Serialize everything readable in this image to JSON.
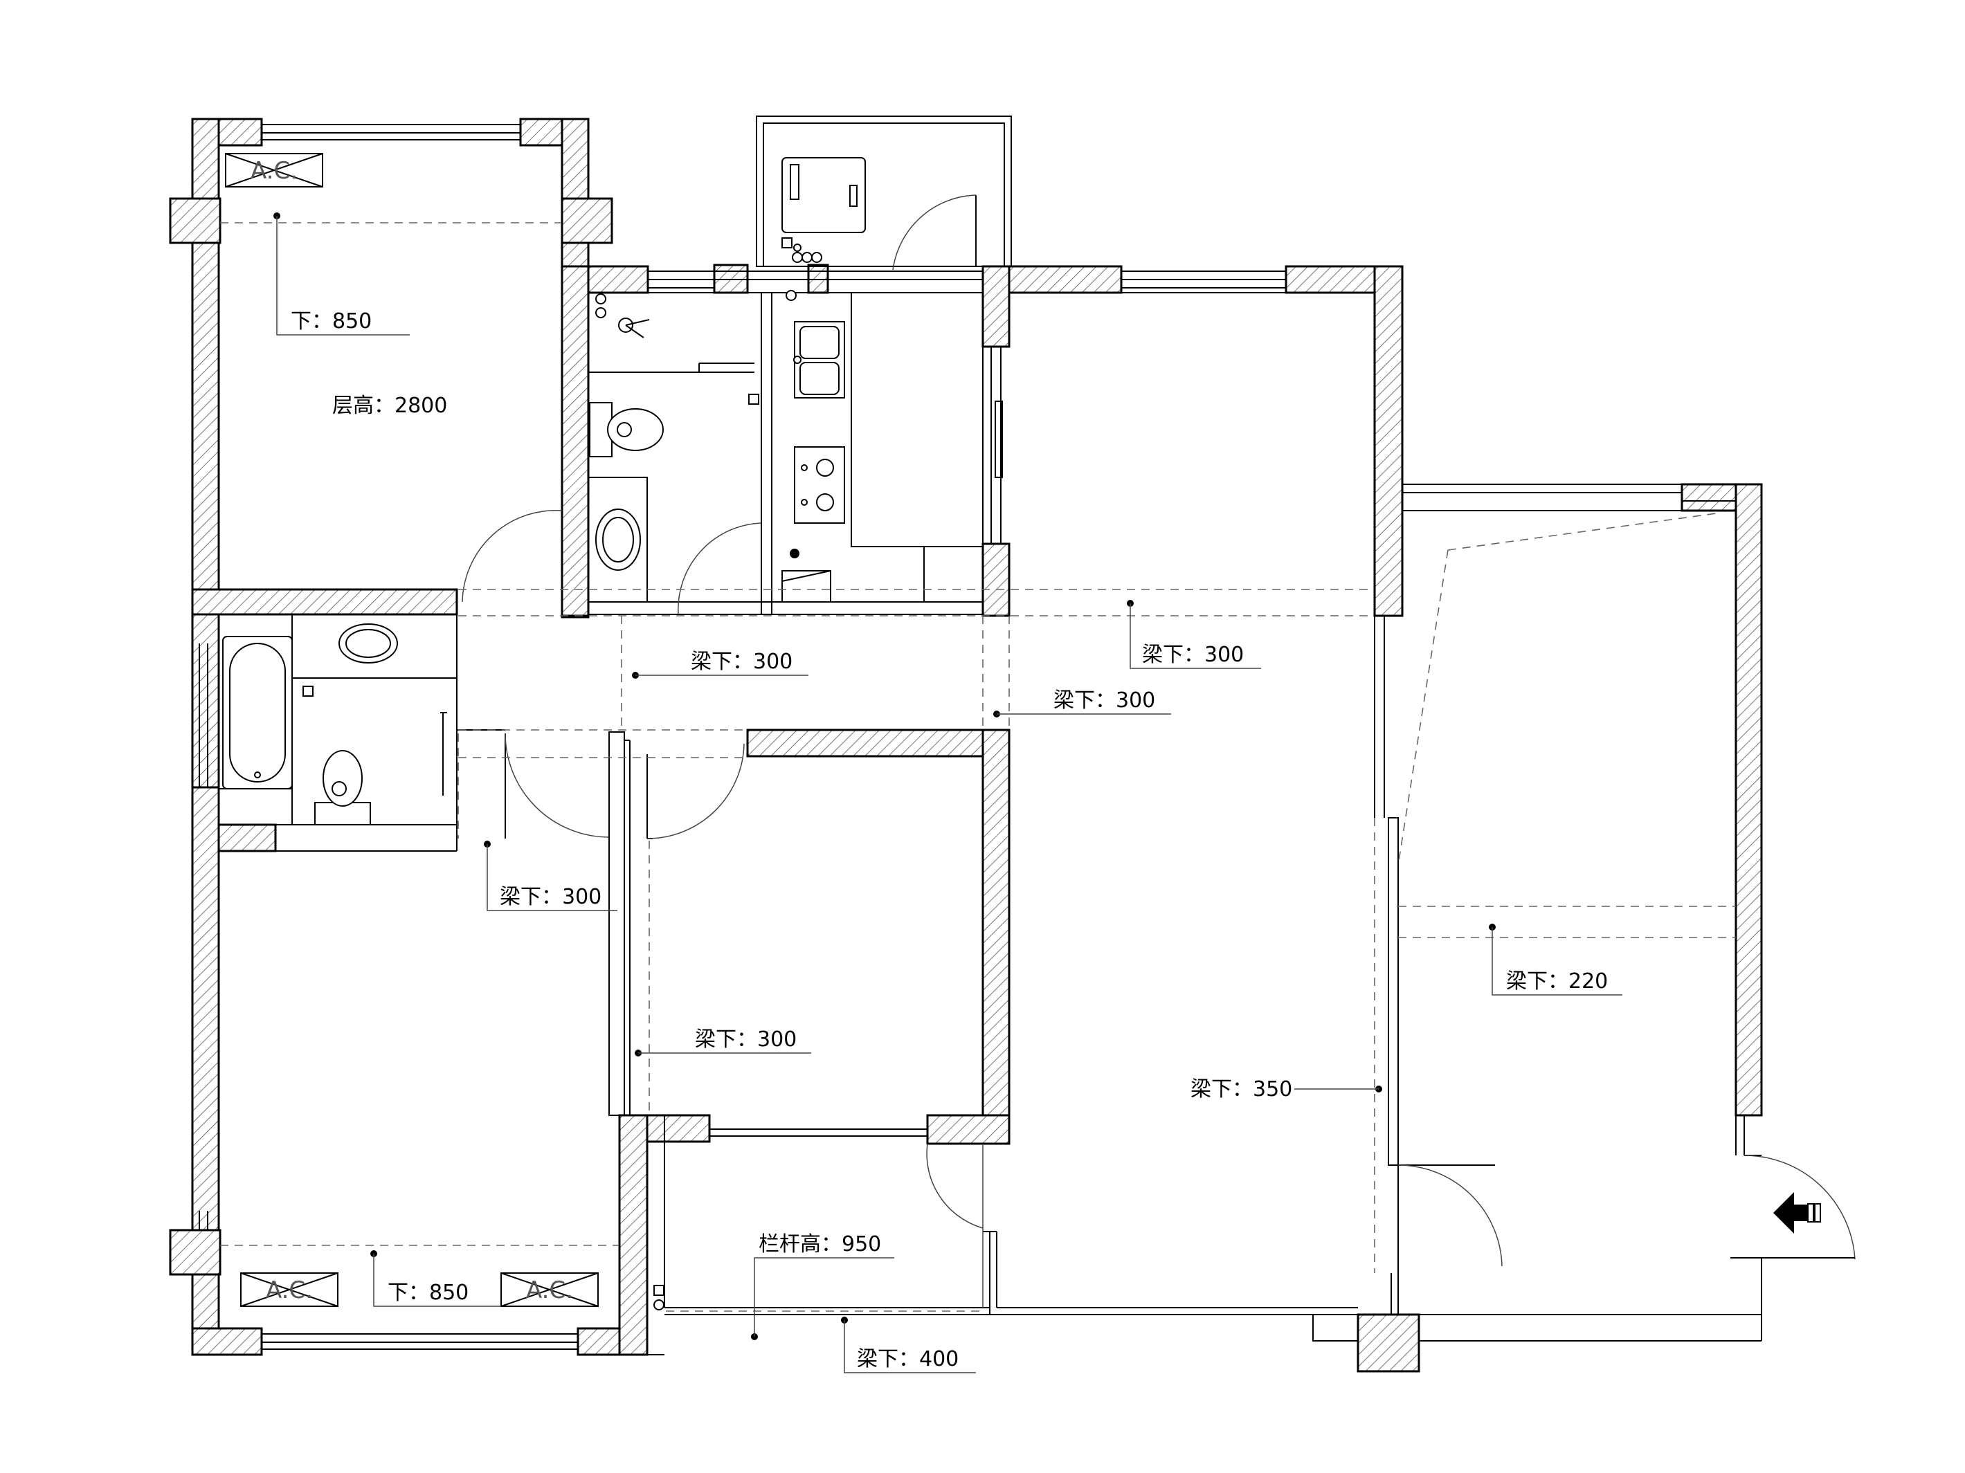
{
  "labels": {
    "floor_height": "层高：2800",
    "under_850_top": "下：850",
    "under_850_bottom": "下：850",
    "beam_300_hall": "梁下：300",
    "beam_300_living_top": "梁下：300",
    "beam_300_living_mid": "梁下：300",
    "beam_300_left": "梁下：300",
    "beam_300_bedroom": "梁下：300",
    "beam_350": "梁下：350",
    "beam_220": "梁下：220",
    "beam_400": "梁下：400",
    "railing_950": "栏杆高：950"
  },
  "ac_units": {
    "top": "A.C.",
    "bottom_left": "A.C.",
    "bottom_right": "A.C."
  },
  "colors": {
    "line": "#000000",
    "dash": "#666666",
    "background": "#ffffff"
  },
  "icons": {
    "entrance": "entrance-arrow-icon"
  }
}
